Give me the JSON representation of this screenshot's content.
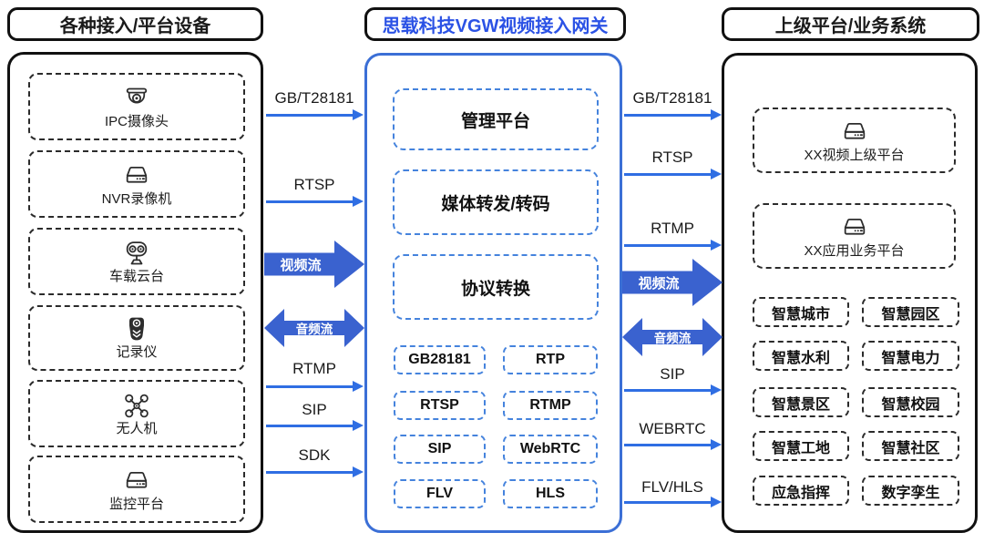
{
  "colors": {
    "title_blue": "#2b52e5",
    "panel_border_blue": "#3b6fd6",
    "dashed_blue": "#4583dd",
    "thin_arrow_blue": "#2f6ee3",
    "fat_arrow_blue": "#3a62cf",
    "border_black": "#111111"
  },
  "left_panel": {
    "title": "各种接入/平台设备",
    "devices": [
      {
        "label": "IPC摄像头",
        "icon": "dome-camera"
      },
      {
        "label": "NVR录像机",
        "icon": "recorder-box"
      },
      {
        "label": "车载云台",
        "icon": "vehicle-ptz"
      },
      {
        "label": "记录仪",
        "icon": "body-camera"
      },
      {
        "label": "无人机",
        "icon": "drone"
      },
      {
        "label": "监控平台",
        "icon": "platform-box"
      }
    ]
  },
  "gateway_panel": {
    "title": "思载科技VGW视频接入网关",
    "modules": [
      {
        "label": "管理平台"
      },
      {
        "label": "媒体转发/转码"
      },
      {
        "label": "协议转换"
      }
    ],
    "protocols": [
      {
        "label": "GB28181"
      },
      {
        "label": "RTP"
      },
      {
        "label": "RTSP"
      },
      {
        "label": "RTMP"
      },
      {
        "label": "SIP"
      },
      {
        "label": "WebRTC"
      },
      {
        "label": "FLV"
      },
      {
        "label": "HLS"
      }
    ]
  },
  "right_panel": {
    "title": "上级平台/业务系统",
    "platforms": [
      {
        "label": "XX视频上级平台",
        "icon": "server-box"
      },
      {
        "label": "XX应用业务平台",
        "icon": "server-box"
      }
    ],
    "applications": [
      {
        "label": "智慧城市"
      },
      {
        "label": "智慧园区"
      },
      {
        "label": "智慧水利"
      },
      {
        "label": "智慧电力"
      },
      {
        "label": "智慧景区"
      },
      {
        "label": "智慧校园"
      },
      {
        "label": "智慧工地"
      },
      {
        "label": "智慧社区"
      },
      {
        "label": "应急指挥"
      },
      {
        "label": "数字孪生"
      }
    ]
  },
  "left_connections": [
    {
      "label": "GB/T28181",
      "type": "thin-right"
    },
    {
      "label": "RTSP",
      "type": "thin-right"
    },
    {
      "label": "视频流",
      "type": "fat-right"
    },
    {
      "label": "音频流",
      "type": "fat-double"
    },
    {
      "label": "RTMP",
      "type": "thin-right"
    },
    {
      "label": "SIP",
      "type": "thin-right"
    },
    {
      "label": "SDK",
      "type": "thin-right"
    }
  ],
  "right_connections": [
    {
      "label": "GB/T28181",
      "type": "thin-right"
    },
    {
      "label": "RTSP",
      "type": "thin-right"
    },
    {
      "label": "RTMP",
      "type": "thin-right"
    },
    {
      "label": "视频流",
      "type": "fat-right"
    },
    {
      "label": "音频流",
      "type": "fat-double"
    },
    {
      "label": "SIP",
      "type": "thin-right"
    },
    {
      "label": "WEBRTC",
      "type": "thin-right"
    },
    {
      "label": "FLV/HLS",
      "type": "thin-right"
    }
  ]
}
